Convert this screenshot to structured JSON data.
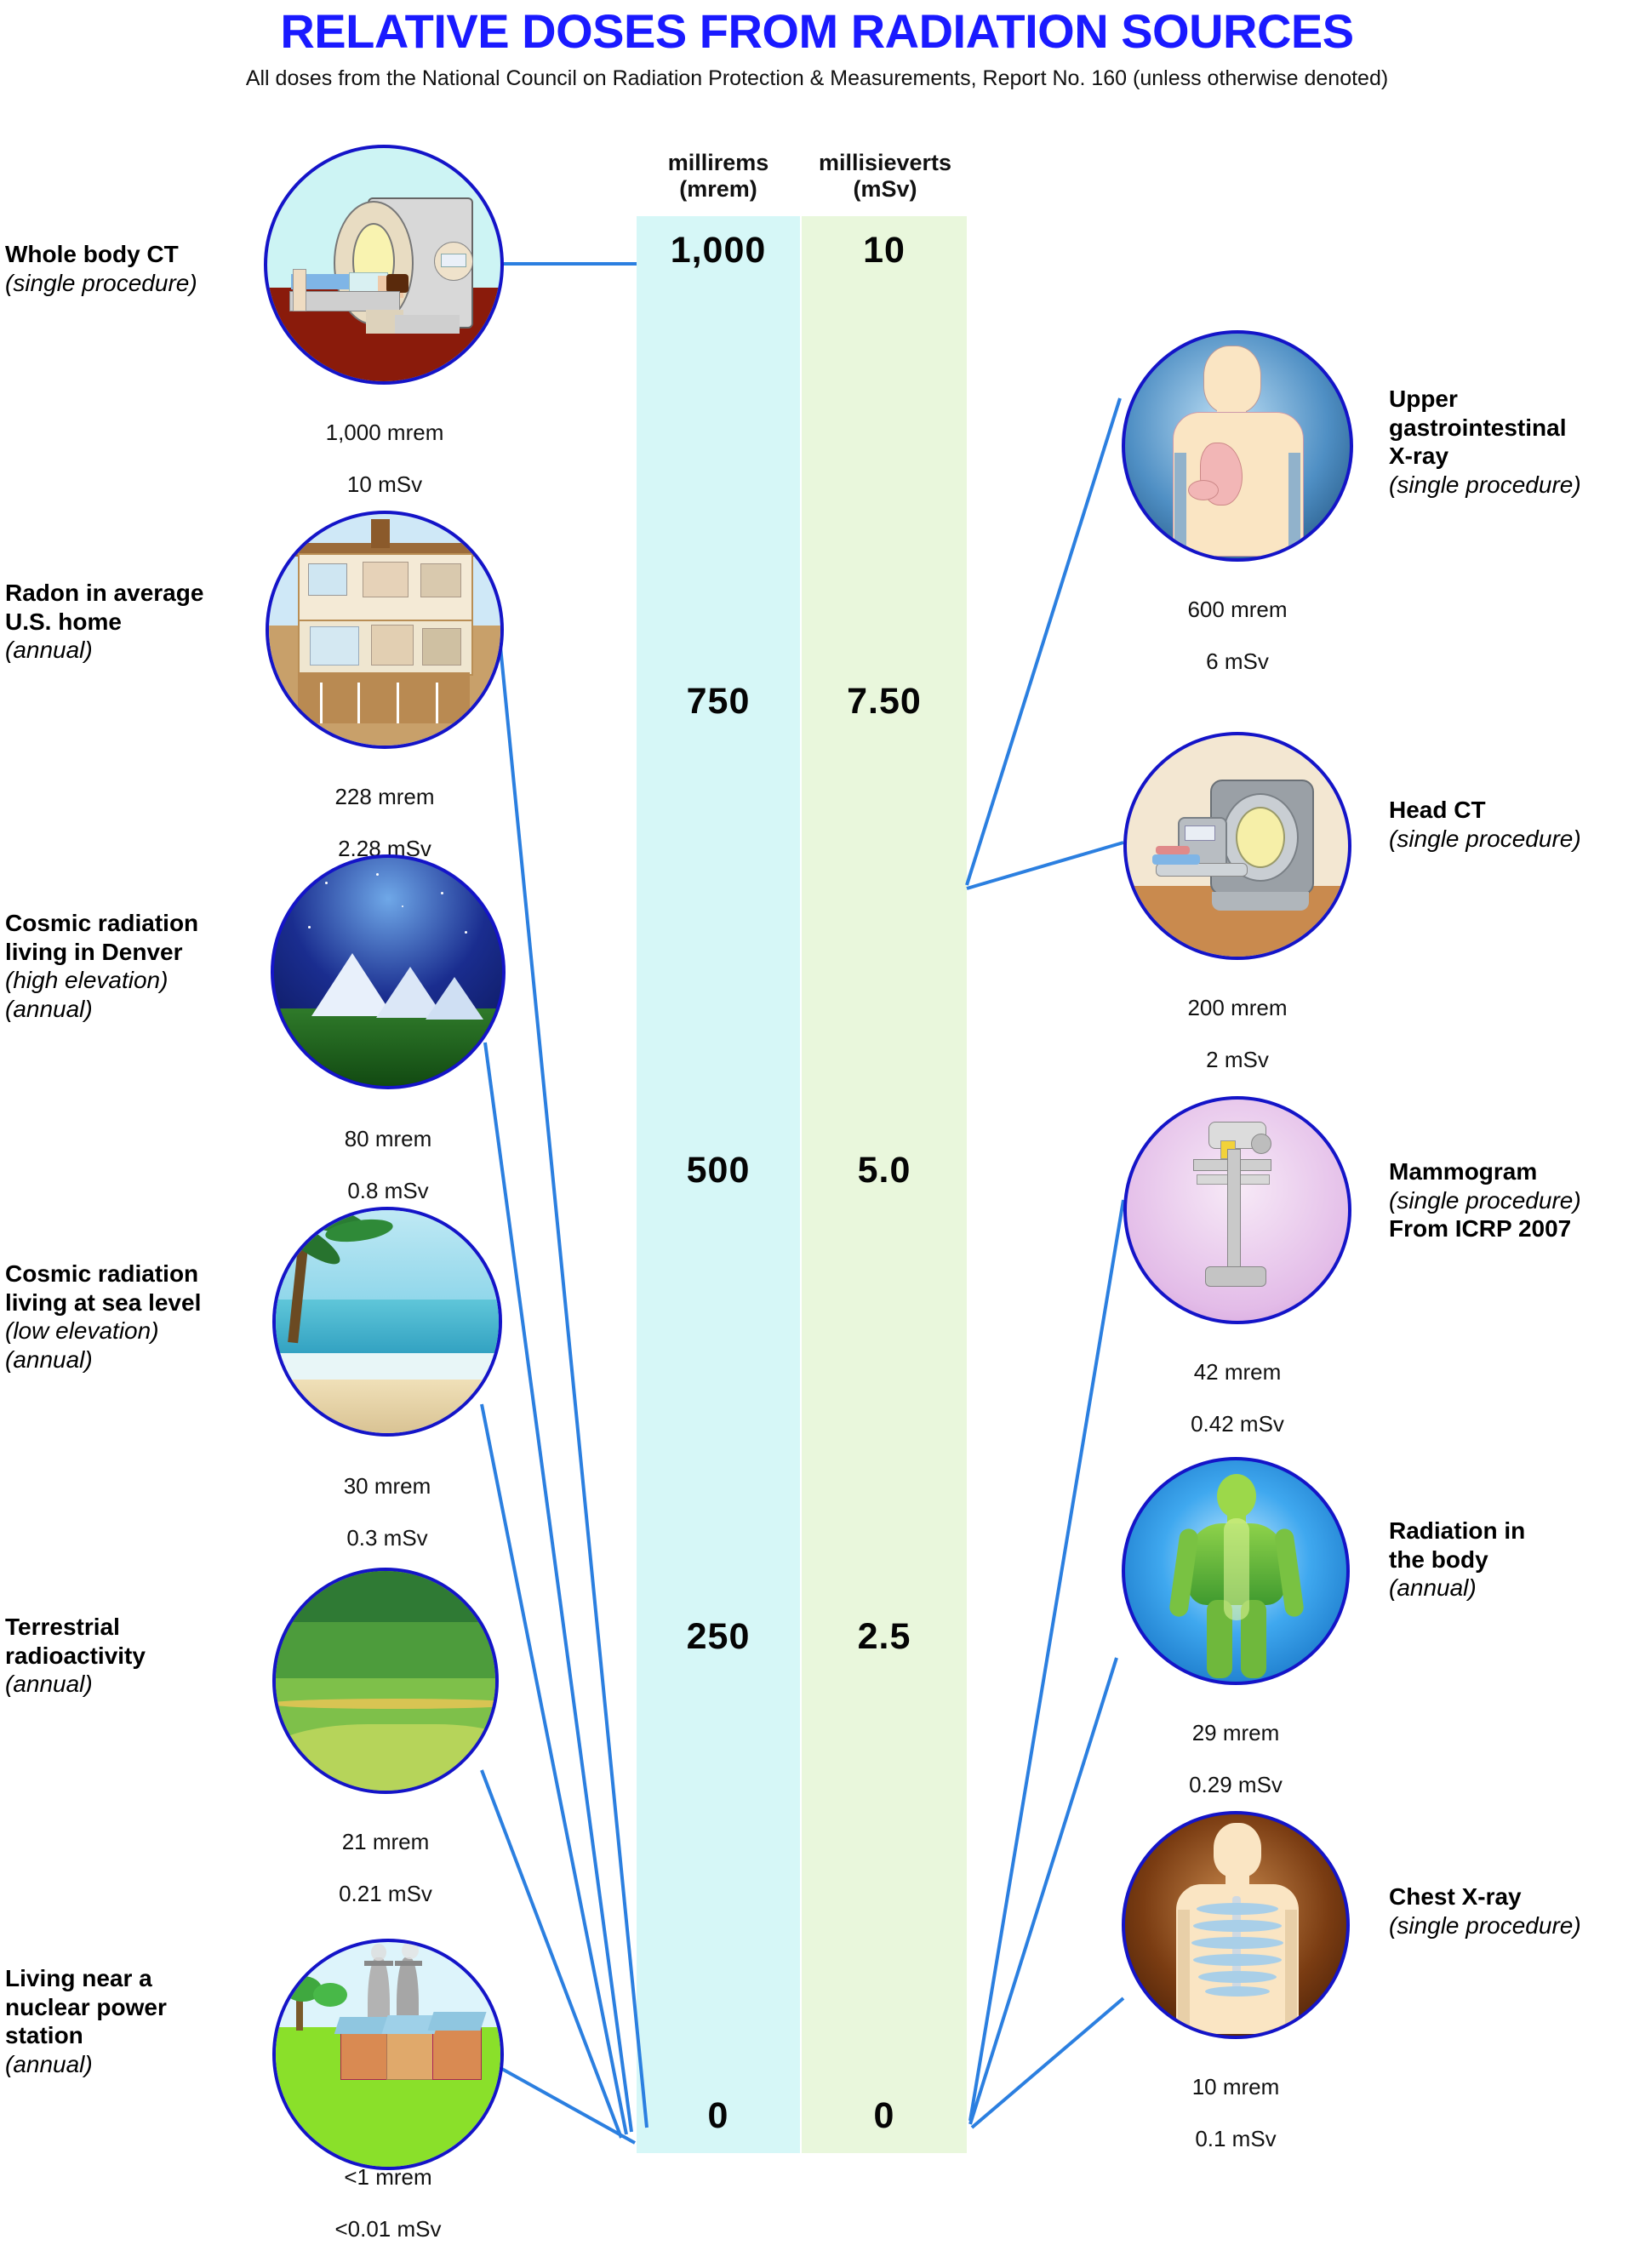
{
  "header": {
    "title": "RELATIVE DOSES FROM RADIATION SOURCES",
    "subtitle": "All doses from the National Council on Radiation Protection & Measurements, Report No. 160 (unless otherwise denoted)",
    "title_color": "#1a1aff"
  },
  "scale": {
    "columns": [
      {
        "id": "mrem",
        "header_line1": "millirems",
        "header_line2": "(mrem)",
        "bg": "#d6f7f7"
      },
      {
        "id": "msv",
        "header_line1": "millisieverts",
        "header_line2": "(mSv)",
        "bg": "#e9f7dc"
      }
    ],
    "ticks": [
      {
        "mrem": "1,000",
        "msv": "10"
      },
      {
        "mrem": "750",
        "msv": "7.50"
      },
      {
        "mrem": "500",
        "msv": "5.0"
      },
      {
        "mrem": "250",
        "msv": "2.5"
      },
      {
        "mrem": "0",
        "msv": "0"
      }
    ]
  },
  "left_items": [
    {
      "title": "Whole body CT",
      "qualifier": "(single procedure)",
      "qualifier2": "",
      "dose_mrem": "1,000 mrem",
      "dose_msv": "10 mSv",
      "icon": "ct-scanner-icon"
    },
    {
      "title_line1": "Radon in average",
      "title_line2": "U.S. home",
      "qualifier": "(annual)",
      "qualifier2": "",
      "dose_mrem": "228 mrem",
      "dose_msv": "2.28 mSv",
      "icon": "house-cutaway-icon"
    },
    {
      "title_line1": "Cosmic radiation",
      "title_line2": "living in Denver",
      "qualifier": "(high elevation)",
      "qualifier2": "(annual)",
      "dose_mrem": "80 mrem",
      "dose_msv": "0.8 mSv",
      "icon": "mountain-night-sky-icon"
    },
    {
      "title_line1": "Cosmic radiation",
      "title_line2": "living at sea level",
      "qualifier": "(low elevation)",
      "qualifier2": "(annual)",
      "dose_mrem": "30 mrem",
      "dose_msv": "0.3 mSv",
      "icon": "beach-palm-icon"
    },
    {
      "title_line1": "Terrestrial",
      "title_line2": "radioactivity",
      "qualifier": "(annual)",
      "qualifier2": "",
      "dose_mrem": "21 mrem",
      "dose_msv": "0.21 mSv",
      "icon": "green-hills-icon"
    },
    {
      "title_line1": "Living near a",
      "title_line2": "nuclear power",
      "title_line3": "station",
      "qualifier": "(annual)",
      "qualifier2": "",
      "dose_mrem": "<1 mrem",
      "dose_msv": "<0.01 mSv",
      "icon": "nuclear-power-station-icon"
    }
  ],
  "right_items": [
    {
      "title_line1": "Upper",
      "title_line2": "gastrointestinal",
      "title_line3": "X-ray",
      "qualifier": "(single procedure)",
      "qualifier2": "",
      "dose_mrem": "600 mrem",
      "dose_msv": "6 mSv",
      "icon": "stomach-torso-icon"
    },
    {
      "title_line1": "Head CT",
      "title_line2": "",
      "qualifier": "(single procedure)",
      "qualifier2": "",
      "dose_mrem": "200 mrem",
      "dose_msv": "2 mSv",
      "icon": "head-ct-scanner-icon"
    },
    {
      "title_line1": "Mammogram",
      "title_line2": "",
      "qualifier": "(single procedure)",
      "qualifier2": "From ICRP 2007",
      "dose_mrem": "42 mrem",
      "dose_msv": "0.42 mSv",
      "icon": "mammography-machine-icon"
    },
    {
      "title_line1": "Radiation in",
      "title_line2": "the body",
      "qualifier": "(annual)",
      "qualifier2": "",
      "dose_mrem": "29 mrem",
      "dose_msv": "0.29 mSv",
      "icon": "glowing-body-icon"
    },
    {
      "title_line1": "Chest X-ray",
      "title_line2": "",
      "qualifier": "(single procedure)",
      "qualifier2": "",
      "dose_mrem": "10 mrem",
      "dose_msv": "0.1 mSv",
      "icon": "chest-ribcage-icon"
    }
  ],
  "chart_data": {
    "type": "bar",
    "title": "RELATIVE DOSES FROM RADIATION SOURCES",
    "subtitle": "All doses from the National Council on Radiation Protection & Measurements, Report No. 160 (unless otherwise denoted)",
    "xlabel": "",
    "ylabel": "millirems (mrem) / millisieverts (mSv)",
    "ylim": [
      0,
      1000
    ],
    "yticks_mrem": [
      0,
      250,
      500,
      750,
      1000
    ],
    "yticks_msv": [
      0,
      2.5,
      5.0,
      7.5,
      10
    ],
    "grid": false,
    "legend": "none",
    "categories": [
      "Whole body CT (single procedure)",
      "Upper gastrointestinal X-ray (single procedure)",
      "Radon in average U.S. home (annual)",
      "Head CT (single procedure)",
      "Cosmic radiation living in Denver (high elevation) (annual)",
      "Mammogram (single procedure) From ICRP 2007",
      "Cosmic radiation living at sea level (low elevation) (annual)",
      "Radiation in the body (annual)",
      "Terrestrial radioactivity (annual)",
      "Chest X-ray (single procedure)",
      "Living near a nuclear power station (annual)"
    ],
    "series": [
      {
        "name": "Dose (mrem)",
        "units": "mrem",
        "values": [
          1000,
          600,
          228,
          200,
          80,
          42,
          30,
          29,
          21,
          10,
          1
        ]
      },
      {
        "name": "Dose (mSv)",
        "units": "mSv",
        "values": [
          10,
          6,
          2.28,
          2,
          0.8,
          0.42,
          0.3,
          0.29,
          0.21,
          0.1,
          0.01
        ]
      }
    ],
    "annotations": [
      "Living near a nuclear power station value is <1 mrem / <0.01 mSv"
    ]
  }
}
